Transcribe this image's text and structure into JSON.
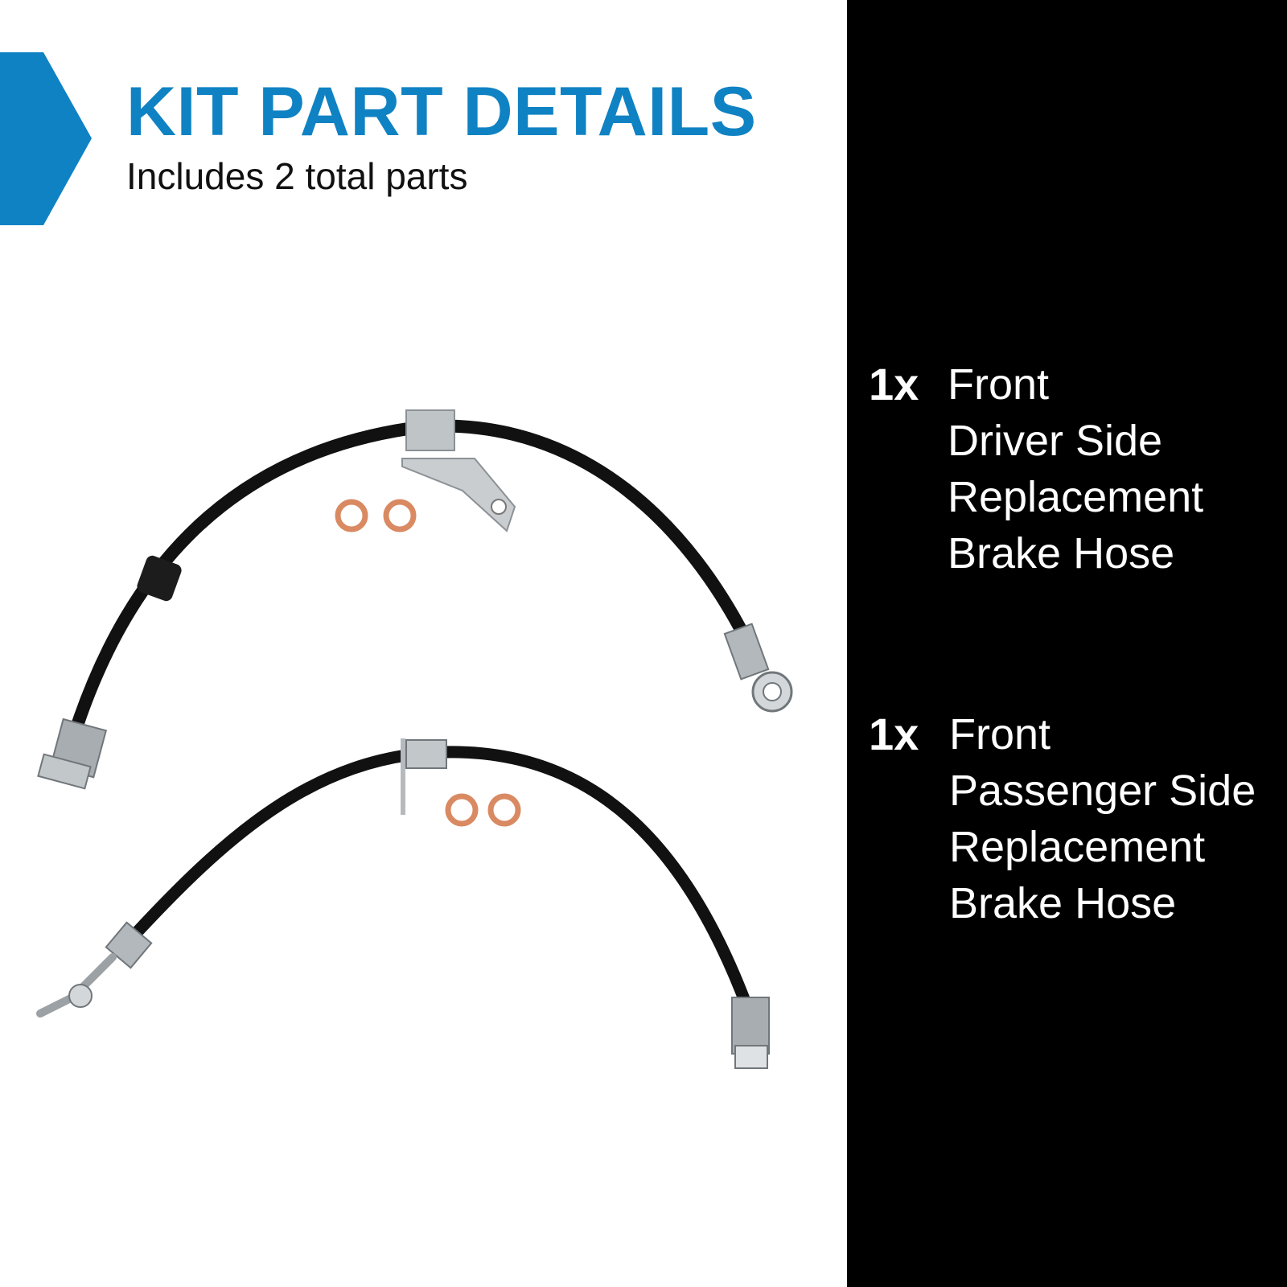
{
  "header": {
    "title": "KIT PART DETAILS",
    "subtitle": "Includes 2 total parts"
  },
  "parts": [
    {
      "quantity": "1x",
      "lines": [
        "Front",
        "Driver Side",
        "Replacement",
        "Brake Hose"
      ]
    },
    {
      "quantity": "1x",
      "lines": [
        "Front",
        "Passenger Side",
        "Replacement",
        "Brake Hose"
      ]
    }
  ],
  "colors": {
    "accent": "#0f82c3",
    "panel": "#000000",
    "hose": "#111111",
    "washer": "#d98a62"
  }
}
